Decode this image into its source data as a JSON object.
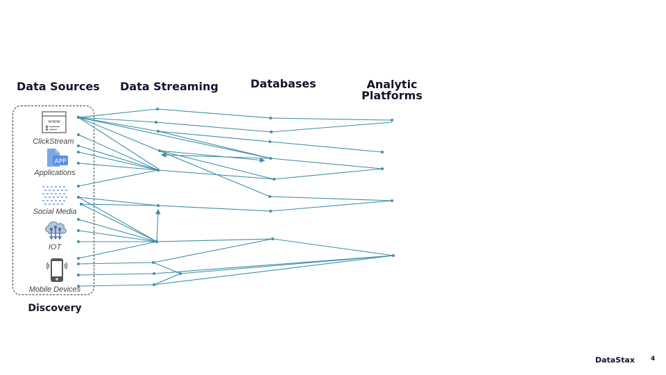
{
  "headers": {
    "data_sources": "Data Sources",
    "data_streaming": "Data Streaming",
    "databases": "Databases",
    "analytic_platforms": "Analytic Platforms",
    "discovery": "Discovery"
  },
  "sources": [
    {
      "label": "ClickStream",
      "icon": "browser-window-icon"
    },
    {
      "label": "Applications",
      "icon": "app-icon"
    },
    {
      "label": "Social Media",
      "icon": "social-grid-icon"
    },
    {
      "label": "IOT",
      "icon": "iot-cloud-icon"
    },
    {
      "label": "Mobile Devices",
      "icon": "mobile-phone-icon"
    }
  ],
  "footer": {
    "brand": "DataStax",
    "page_number": "4"
  },
  "colors": {
    "line": "#3d8fa8",
    "heading": "#14142e"
  }
}
